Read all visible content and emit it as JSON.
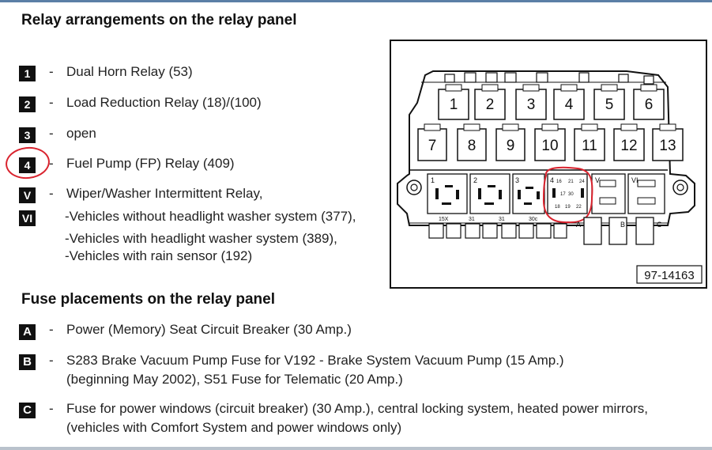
{
  "document": {
    "relay_heading": "Relay arrangements on the relay panel",
    "fuse_heading": "Fuse placements on the relay panel",
    "dash": "-",
    "relays": [
      {
        "badge": "1",
        "text": "Dual Horn Relay (53)"
      },
      {
        "badge": "2",
        "text": "Load Reduction Relay (18)/(100)"
      },
      {
        "badge": "3",
        "text": "open"
      },
      {
        "badge": "4",
        "text": "Fuel Pump (FP) Relay (409)"
      },
      {
        "badge": "V",
        "text": "Wiper/Washer Intermittent Relay,"
      },
      {
        "badge": "VI",
        "text": "-Vehicles without headlight washer system (377),"
      }
    ],
    "relay_sublines": [
      "-Vehicles with headlight washer system (389),",
      "-Vehicles with rain sensor (192)"
    ],
    "fuses": [
      {
        "badge": "A",
        "lines": [
          "Power (Memory) Seat Circuit Breaker (30 Amp.)"
        ]
      },
      {
        "badge": "B",
        "lines": [
          "S283 Brake Vacuum Pump Fuse for V192 - Brake System Vacuum Pump (15 Amp.)",
          "(beginning May 2002), S51 Fuse for Telematic (20 Amp.)"
        ]
      },
      {
        "badge": "C",
        "lines": [
          "Fuse for power windows (circuit breaker) (30 Amp.), central locking system, heated power mirrors,",
          "(vehicles with Comfort System and power windows only)"
        ]
      }
    ]
  },
  "diagram": {
    "top_slots": [
      "1",
      "2",
      "3",
      "4",
      "5",
      "6"
    ],
    "bottom_slots": [
      "7",
      "8",
      "9",
      "10",
      "11",
      "12",
      "13"
    ],
    "relay_base_labels": [
      "1",
      "2",
      "3",
      "4",
      "V",
      "VI"
    ],
    "relay4_pins_top": [
      "16",
      "21",
      "24"
    ],
    "relay4_pins_mid": [
      "17",
      "30"
    ],
    "relay4_pins_bottom": [
      "18",
      "19",
      "22"
    ],
    "terminal_labels": [
      "15X",
      "31",
      "31",
      "30c"
    ],
    "fuse_labels": [
      "A",
      "B",
      "C"
    ],
    "figure_number": "97-14163"
  },
  "colors": {
    "annotation_red": "#d9232e",
    "frame_blue": "#5b7fa6"
  }
}
